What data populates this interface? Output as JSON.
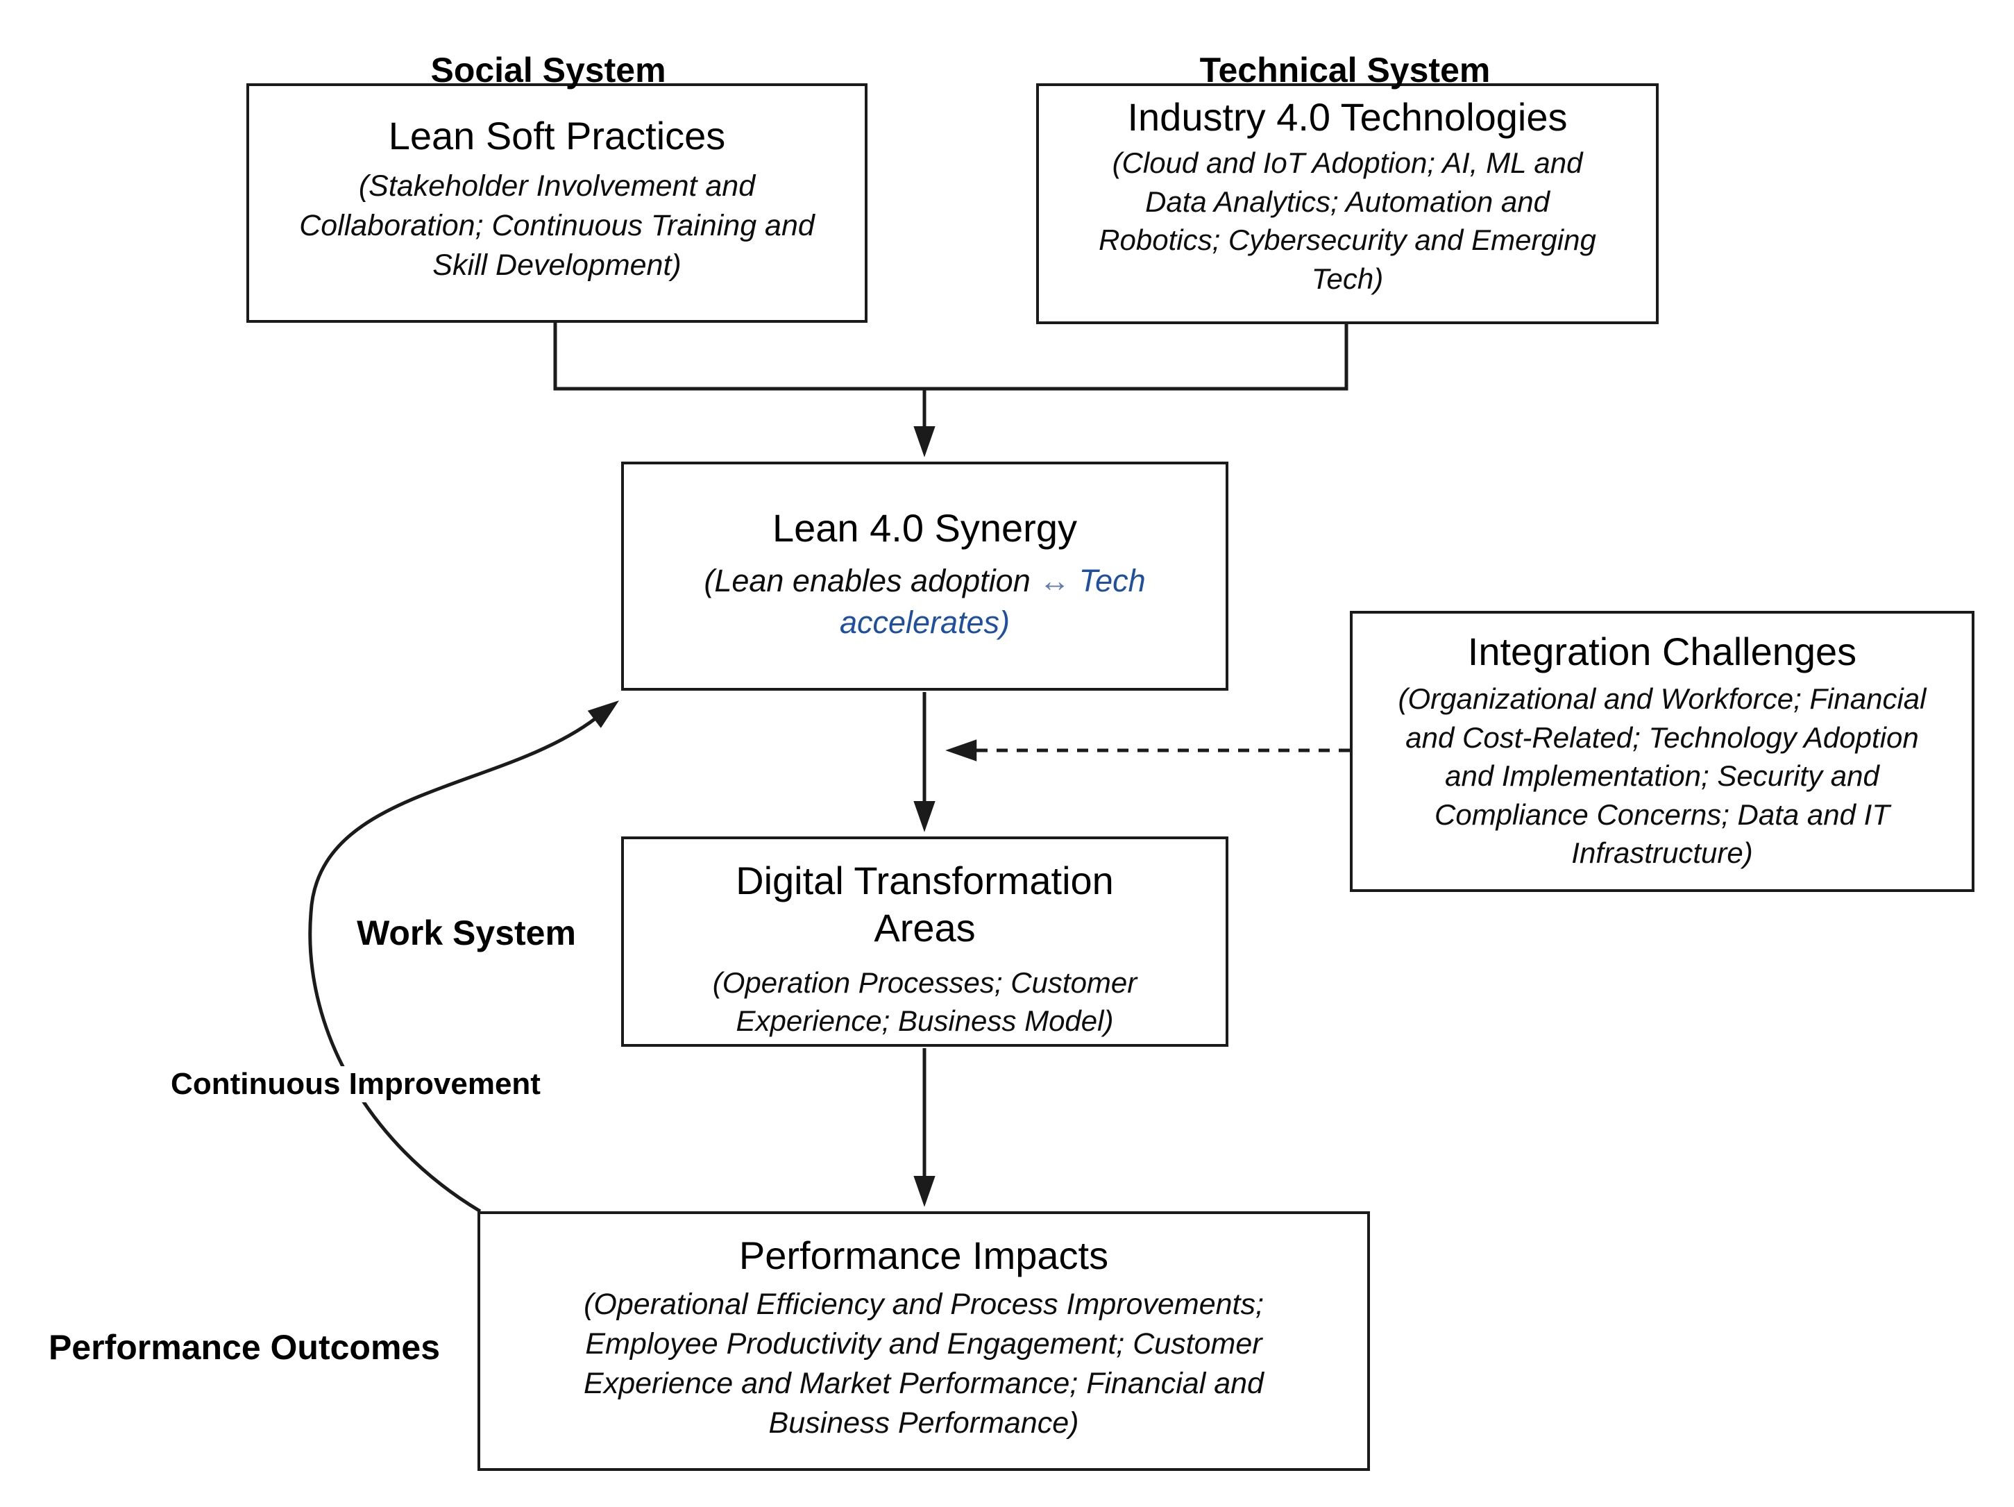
{
  "labels": {
    "social": "Social System",
    "technical": "Technical System",
    "work": "Work System",
    "continuous_improvement": "Continuous Improvement",
    "performance_outcomes": "Performance Outcomes"
  },
  "boxes": {
    "lean_soft": {
      "title": "Lean Soft Practices",
      "subtitle": "(Stakeholder Involvement and Collaboration; Continuous Training and Skill Development)",
      "lines": [
        "(Stakeholder Involvement and",
        "Collaboration; Continuous Training and",
        "Skill Development)"
      ]
    },
    "industry": {
      "title": "Industry 4.0 Technologies",
      "subtitle": "(Cloud and IoT Adoption; AI, ML and Data Analytics; Automation and Robotics; Cybersecurity and Emerging Tech)",
      "lines": [
        "(Cloud and IoT Adoption; AI, ML and",
        "Data Analytics; Automation and",
        "Robotics; Cybersecurity and Emerging",
        "Tech)"
      ]
    },
    "synergy": {
      "title": "Lean 4.0 Synergy",
      "subtitle": "(Lean enables adoption ↔ Tech accelerates)",
      "sub_black": "(Lean enables adoption",
      "sub_arrow": "↔",
      "sub_blue_1": "Tech",
      "sub_blue_2": "accelerates)"
    },
    "integration": {
      "title": "Integration Challenges",
      "subtitle": "(Organizational and Workforce; Financial and Cost-Related; Technology Adoption and Implementation; Security and Compliance Concerns; Data and IT Infrastructure)",
      "lines": [
        "(Organizational and Workforce; Financial",
        "and Cost-Related; Technology Adoption",
        "and Implementation; Security and",
        "Compliance Concerns; Data and IT",
        "Infrastructure)"
      ]
    },
    "digital": {
      "title": "Digital Transformation Areas",
      "title_lines": [
        "Digital Transformation",
        "Areas"
      ],
      "subtitle": "(Operation Processes; Customer Experience; Business Model)",
      "lines": [
        "(Operation Processes; Customer",
        "Experience; Business Model)"
      ]
    },
    "performance": {
      "title": "Performance Impacts",
      "subtitle": "(Operational Efficiency and Process Improvements; Employee Productivity and Engagement; Customer Experience and Market Performance; Financial and Business Performance)",
      "lines": [
        "(Operational Efficiency and Process Improvements;",
        "Employee Productivity and Engagement; Customer",
        "Experience and Market Performance; Financial and",
        "Business Performance)"
      ]
    }
  },
  "colors": {
    "line": "#1b1b1b",
    "text": "#000000",
    "accent_blue": "#1e4fa0"
  }
}
